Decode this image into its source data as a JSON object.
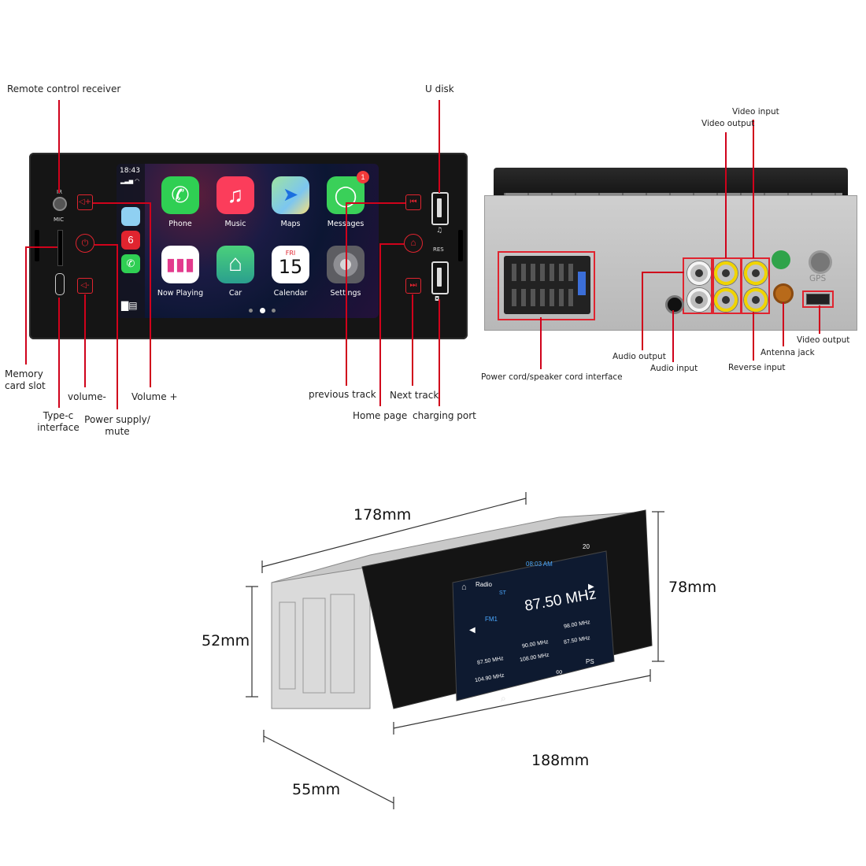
{
  "front": {
    "status_time": "18:43",
    "apps": [
      {
        "label": "Phone",
        "color": "#2fcf53"
      },
      {
        "label": "Music",
        "color": "#fb3d5b"
      },
      {
        "label": "Maps",
        "color": "#7cc6f0"
      },
      {
        "label": "Messages",
        "color": "#3ad059"
      },
      {
        "label": "Now Playing",
        "color": "#ffffff"
      },
      {
        "label": "Car",
        "color": "#3ac27b"
      },
      {
        "label": "Calendar",
        "color": "#ffffff"
      },
      {
        "label": "Settings",
        "color": "#8e8e93"
      }
    ],
    "calendar_day": "FRI",
    "calendar_date": "15",
    "messages_badge": "1",
    "side_labels": {
      "ir": "IR",
      "mic": "MIC",
      "res": "RES"
    }
  },
  "labels_front": {
    "remote": "Remote control receiver",
    "udisk": "U disk",
    "memory": "Memory\ncard slot",
    "volume_minus": "volume-",
    "volume_plus": "Volume +",
    "type_c": "Type-c\ninterface",
    "power": "Power supply/\nmute",
    "previous": "previous track",
    "home": "Home page",
    "next": "Next track",
    "charging": "charging port"
  },
  "labels_back": {
    "video_input_top": "Video input",
    "video_output_top": "Video output",
    "audio_output": "Audio output",
    "audio_input": "Audio input",
    "reverse_input": "Reverse input",
    "antenna": "Antenna jack",
    "video_output_right": "Video output",
    "power_cord": "Power cord/speaker cord interface",
    "gps": "GPS"
  },
  "dimensions": {
    "width_top": "178mm",
    "height_right": "78mm",
    "height_left": "52mm",
    "width_bottom": "188mm",
    "depth": "55mm"
  },
  "radio": {
    "title": "Radio",
    "time": "08:03 AM",
    "frequency": "87.50 MHz",
    "band": "FM1",
    "st": "ST",
    "presets": [
      "90.00 MHz",
      "98.00 MHz",
      "87.50 MHz",
      "108.00 MHz",
      "87.50 MHz",
      "104.90 MHz"
    ],
    "ps": "PS",
    "vol": "20"
  }
}
